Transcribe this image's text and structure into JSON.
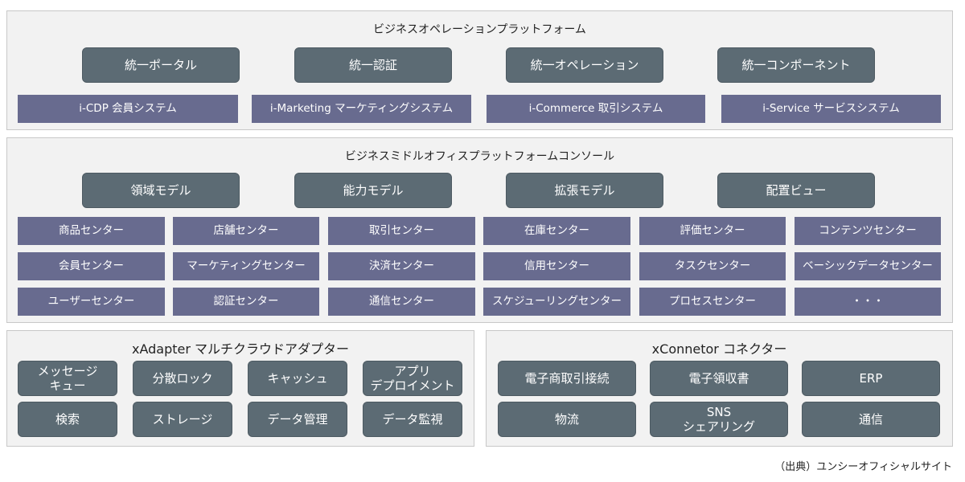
{
  "business_ops": {
    "title": "ビジネスオペレーションプラットフォーム",
    "modules": [
      "統一ポータル",
      "統一認証",
      "統一オペレーション",
      "統一コンポーネント"
    ],
    "systems": [
      "i-CDP 会員システム",
      "i-Marketing マーケティングシステム",
      "i-Commerce 取引システム",
      "i-Service サービスシステム"
    ]
  },
  "middle_office": {
    "title": "ビジネスミドルオフィスプラットフォームコンソール",
    "modules": [
      "領域モデル",
      "能力モデル",
      "拡張モデル",
      "配置ビュー"
    ],
    "centers": [
      "商品センター",
      "店舗センター",
      "取引センター",
      "在庫センター",
      "評価センター",
      "コンテンツセンター",
      "会員センター",
      "マーケティングセンター",
      "決済センター",
      "信用センター",
      "タスクセンター",
      "ベーシックデータセンター",
      "ユーザーセンター",
      "認証センター",
      "通信センター",
      "スケジューリングセンター",
      "プロセスセンター",
      "・・・"
    ]
  },
  "xadapter": {
    "title": "xAdapter マルチクラウドアダプター",
    "items": [
      "メッセージ\nキュー",
      "分散ロック",
      "キャッシュ",
      "アプリ\nデプロイメント",
      "検索",
      "ストレージ",
      "データ管理",
      "データ監視"
    ]
  },
  "xconnector": {
    "title": "xConnetor コネクター",
    "items": [
      "電子商取引接続",
      "電子領収書",
      "ERP",
      "物流",
      "SNS\nシェアリング",
      "通信"
    ]
  },
  "source": "（出典）ユンシーオフィシャルサイト"
}
